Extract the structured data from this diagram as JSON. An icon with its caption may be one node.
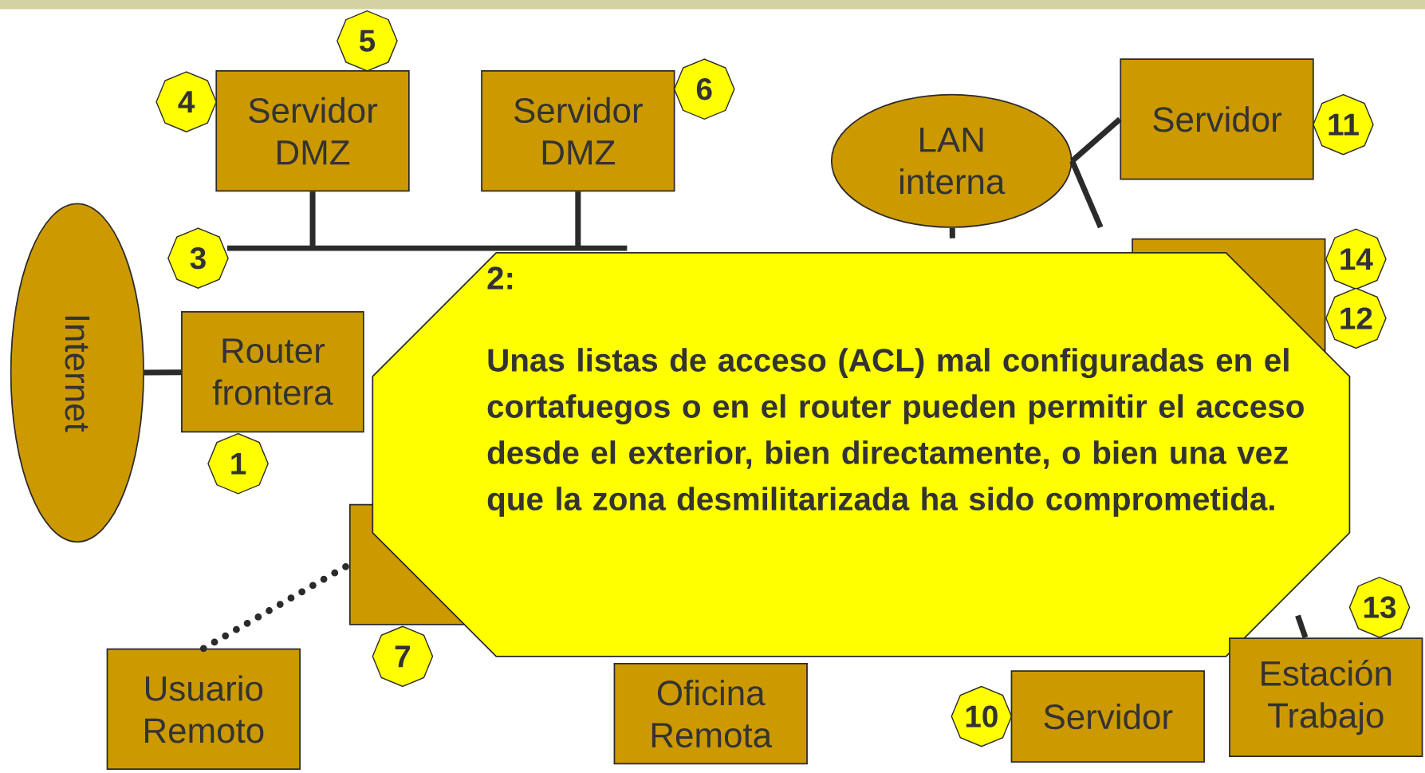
{
  "diagram": {
    "nodes": [
      {
        "text": [
          "Servidor DMZ"
        ]
      },
      {
        "text": [
          "4"
        ]
      },
      {
        "text": [
          "5"
        ]
      },
      {
        "text": [
          "Servidor DMZ"
        ]
      },
      {
        "text": [
          "6"
        ]
      },
      {
        "text": [
          "LAN interna"
        ]
      },
      {
        "text": [
          "Servidor"
        ]
      },
      {
        "text": [
          "11"
        ]
      },
      {
        "text": [],
        "shape": "bar"
      },
      {
        "text": [
          "3"
        ]
      },
      {
        "text": [
          "Internet"
        ]
      },
      {
        "text": [
          "Router frontera"
        ]
      },
      {
        "text": [
          "1"
        ]
      },
      {
        "text": [],
        "shape": "box"
      },
      {
        "text": [
          "14"
        ]
      },
      {
        "text": [
          "12"
        ]
      },
      {
        "text": [],
        "shape": "box"
      },
      {
        "text": [
          "7"
        ]
      },
      {
        "text": [
          "**2**:",
          "Unas listas de acceso (ACL) mal configuradas en el cortafuegos o en el router pueden permitir el acceso desde el exterior, bien directamente, o bien una vez que la zona desmilitarizada ha sido comprometida."
        ]
      },
      {
        "text": [
          "Usuario Remoto"
        ]
      },
      {
        "text": [
          "13"
        ]
      },
      {
        "text": [
          "Oficina Remota"
        ]
      },
      {
        "text": [
          "10"
        ]
      },
      {
        "text": [
          "Servidor"
        ]
      },
      {
        "text": [
          "Estación Trabajo"
        ]
      }
    ],
    "edges": [
      {
        "from": 10,
        "to": 11,
        "arrow": "none"
      },
      {
        "from": 0,
        "to": 8,
        "arrow": "none"
      },
      {
        "from": 3,
        "to": 8,
        "arrow": "none"
      },
      {
        "from": 5,
        "to": 6,
        "arrow": "none"
      },
      {
        "from": 5,
        "to": null,
        "arrow": "none"
      },
      {
        "from": 5,
        "to": null,
        "arrow": "none"
      },
      {
        "from": 19,
        "to": 16,
        "arrow": "none",
        "style": "dashed"
      },
      {
        "from": null,
        "to": 24,
        "arrow": "none"
      }
    ]
  }
}
